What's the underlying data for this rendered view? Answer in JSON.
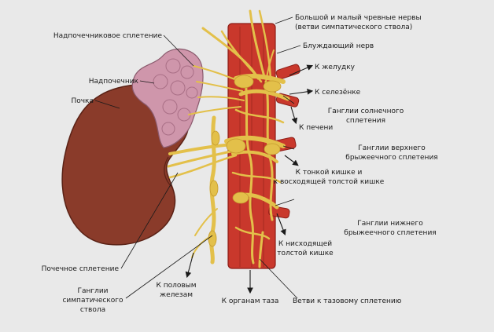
{
  "colors": {
    "background": "#e9e9e9",
    "kidney": "#8a3b2a",
    "adrenal": "#cf96ab",
    "aorta": "#c9382c",
    "nerve": "#e3c04a",
    "label_line": "#1a1a1a"
  },
  "labels": {
    "cranial_nerves_1": "Большой и малый чревные нервы",
    "cranial_nerves_2": "(ветви симпатического ствола)",
    "vagus": "Блуждающий нерв",
    "stomach": "К желудку",
    "spleen": "К селезёнке",
    "celiac_1": "Ганглии солнечного",
    "celiac_2": "сплетения",
    "liver": "К печени",
    "sup_mes_1": "Ганглии верхнего",
    "sup_mes_2": "брыжеечного сплетения",
    "small_int_1": "К тонкой кишке и",
    "small_int_2": "к восходящей толстой кишке",
    "inf_mes_1": "Ганглии нижнего",
    "inf_mes_2": "брыжеечного сплетения",
    "desc_colon_1": "К нисходящей",
    "desc_colon_2": "толстой кишке",
    "adrenal_plexus": "Надпочечниковое сплетение",
    "adrenal": "Надпочечник",
    "kidney": "Почка",
    "renal_plexus": "Почечное сплетение",
    "sym_trunk_1": "Ганглии",
    "sym_trunk_2": "симпатического",
    "sym_trunk_3": "ствола",
    "gonads_1": "К половым",
    "gonads_2": "железам",
    "pelvis": "К органам таза",
    "pelvic_plexus": "Ветви к тазовому сплетению"
  }
}
